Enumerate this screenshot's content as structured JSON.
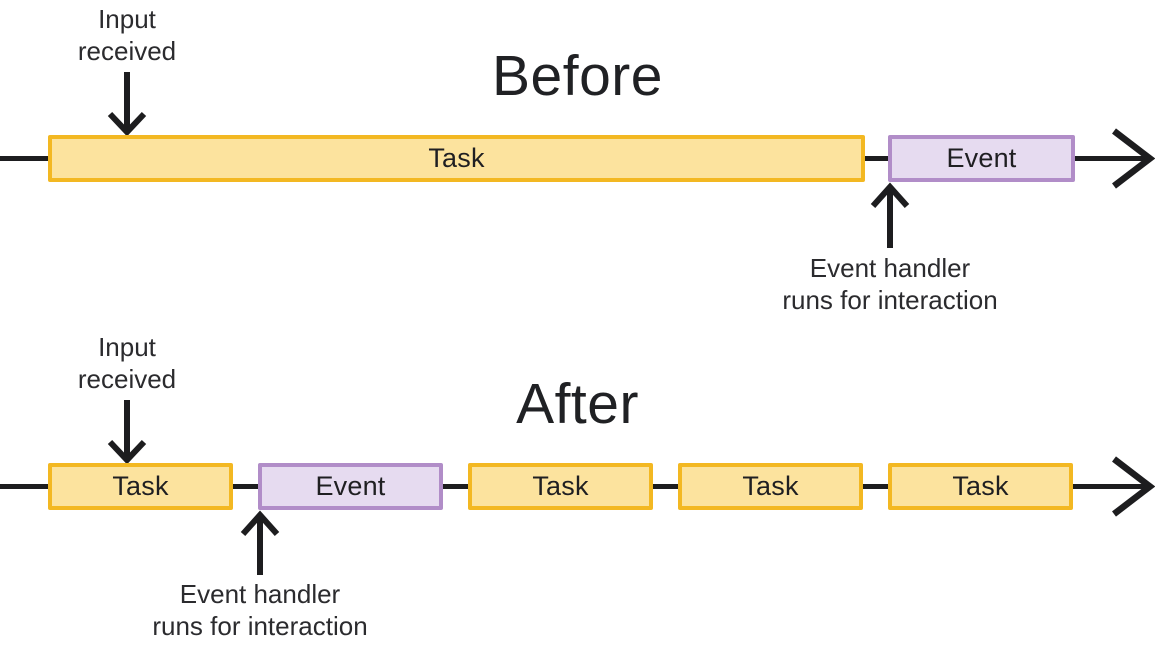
{
  "canvas": {
    "background": "#ffffff"
  },
  "colors": {
    "task_fill": "#FCE39E",
    "task_border": "#F3B822",
    "event_fill": "#E6DBF0",
    "event_border": "#B18DC8",
    "ink": "#1d1d1f",
    "text": "#2b2b2e"
  },
  "before": {
    "title": "Before",
    "input_label": "Input\nreceived",
    "handler_label": "Event handler\nruns for interaction",
    "boxes": [
      {
        "label": "Task",
        "type": "task"
      },
      {
        "label": "Event",
        "type": "event"
      }
    ]
  },
  "after": {
    "title": "After",
    "input_label": "Input\nreceived",
    "handler_label": "Event handler\nruns for interaction",
    "boxes": [
      {
        "label": "Task",
        "type": "task"
      },
      {
        "label": "Event",
        "type": "event"
      },
      {
        "label": "Task",
        "type": "task"
      },
      {
        "label": "Task",
        "type": "task"
      },
      {
        "label": "Task",
        "type": "task"
      }
    ]
  }
}
